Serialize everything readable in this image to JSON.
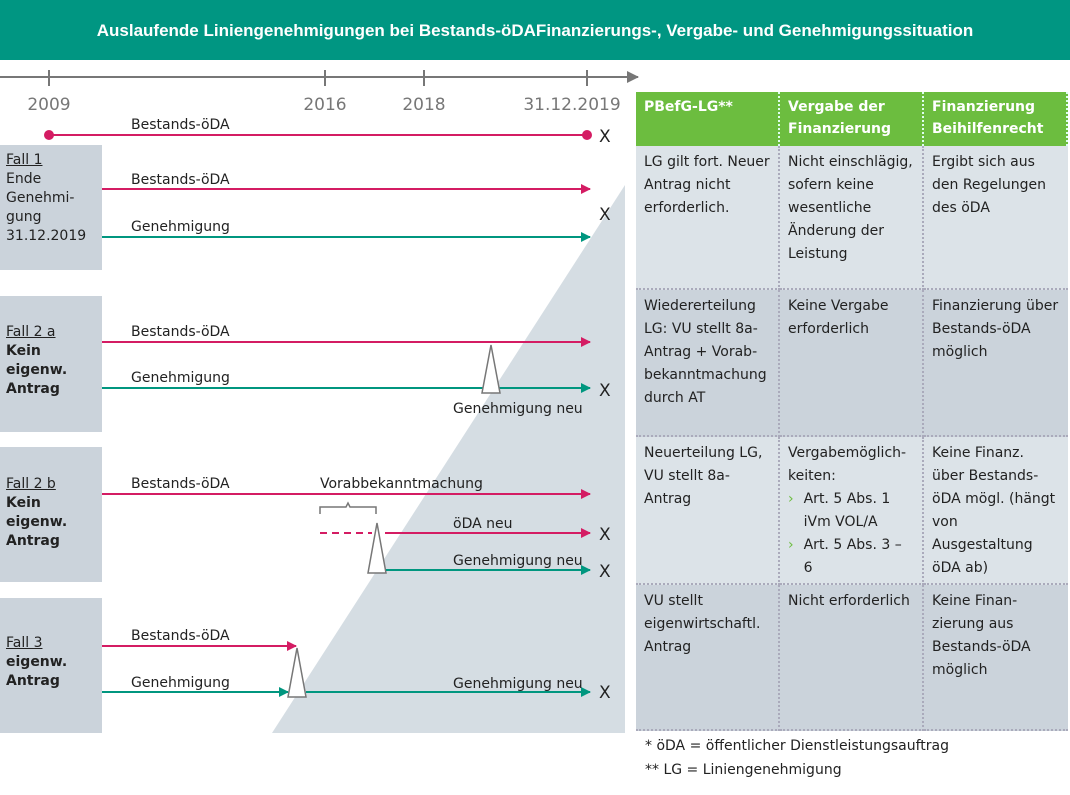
{
  "title": "Auslaufende Liniengenehmigungen bei Bestands-öDAFinanzierungs-, Vergabe- und Genehmigungssituation",
  "colors": {
    "header": "#009682",
    "contract": "#d41c63",
    "permit": "#00967f",
    "table_header": "#6cbd3f"
  },
  "timeline": {
    "years": [
      "2009",
      "2016",
      "2018",
      "31.12.2019"
    ]
  },
  "lines": {
    "bestands": "Bestands-öDA",
    "genehmigung": "Genehmigung",
    "genehmigung_neu": "Genehmigung neu",
    "vorab": "Vorabbekanntmachung",
    "oeda_neu": "öDA neu",
    "end_mark": "X"
  },
  "cases": [
    {
      "title": "Fall 1",
      "desc": [
        "Ende",
        "Genehmi-",
        "gung",
        "31.12.2019"
      ]
    },
    {
      "title": "Fall 2 a",
      "desc": [
        "Kein",
        "eigenw.",
        "Antrag"
      ]
    },
    {
      "title": "Fall 2 b",
      "desc": [
        "Kein",
        "eigenw.",
        "Antrag"
      ]
    },
    {
      "title": "Fall 3",
      "desc": [
        "eigenw.",
        "Antrag"
      ]
    }
  ],
  "table": {
    "headers": [
      "PBefG-LG**",
      "Vergabe der Finanzierung",
      "Finanzierung Beihilfenrecht"
    ],
    "rows": [
      [
        "LG gilt fort. Neuer Antrag nicht erforderlich.",
        "Nicht einschlägig, sofern keine wesentliche Änderung der Leistung",
        "Ergibt sich aus den Regelungen des öDA"
      ],
      [
        "Wiedererteilung LG: VU stellt 8a-Antrag + Vorab-bekanntmachung durch AT",
        "Keine Vergabe erforderlich",
        "Finanzierung über Bestands-öDA möglich"
      ],
      [
        "Neuerteilung LG, VU stellt 8a-Antrag",
        "Vergabemöglich-keiten:",
        "Keine Finanz. über Bestands-öDA  mögl. (hängt von Ausgestaltung öDA ab)"
      ],
      [
        "VU stellt eigenwirtschaftl. Antrag",
        "Nicht erforderlich",
        "Keine Finan-zierung aus Bestands-öDA möglich"
      ]
    ],
    "bullets": [
      "Art. 5 Abs. 1 iVm VOL/A",
      "Art. 5 Abs. 3 – 6"
    ]
  },
  "footnotes": [
    "*  öDA = öffentlicher Dienstleistungsauftrag",
    "** LG = Liniengenehmigung"
  ]
}
